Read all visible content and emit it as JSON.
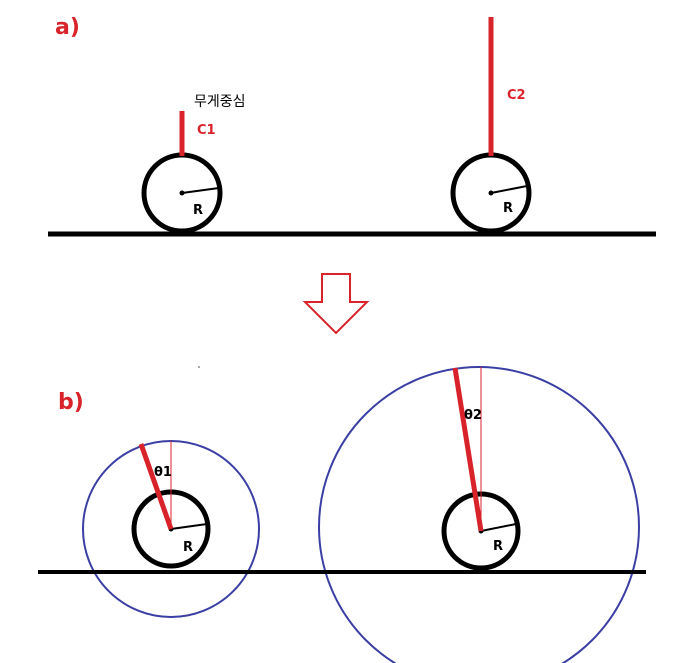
{
  "panel_a": {
    "label": "a)",
    "center_of_mass_label": "무게중심",
    "left_rod_label": "C1",
    "right_rod_label": "C2",
    "left_radius_label": "R",
    "right_radius_label": "R"
  },
  "panel_b": {
    "label": "b)",
    "left_angle_label": "θ1",
    "right_angle_label": "θ2",
    "left_radius_label": "R",
    "right_radius_label": "R"
  },
  "colors": {
    "rod": "#d9232b",
    "outline": "#000000",
    "orbit": "#3b3fa3",
    "arrow": "#d9232b"
  }
}
